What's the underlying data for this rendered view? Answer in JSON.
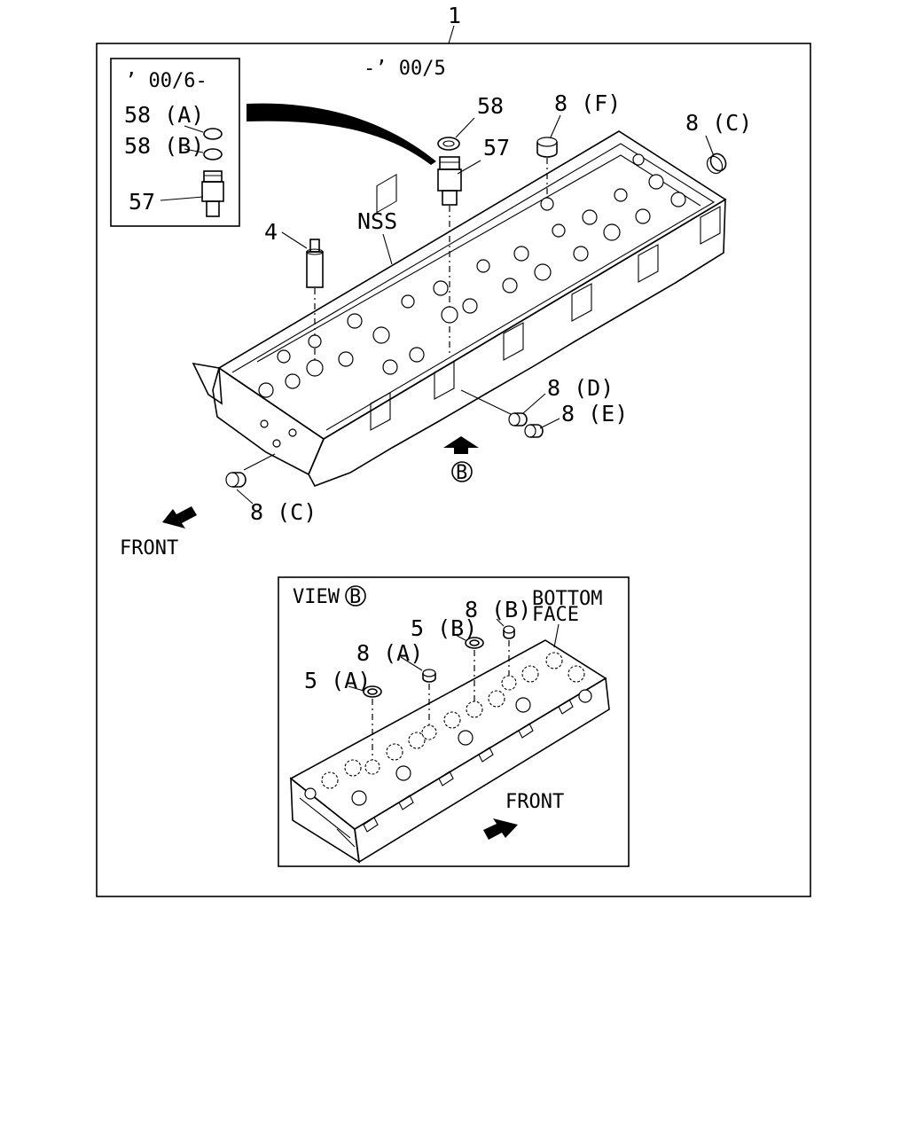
{
  "labels": {
    "assembly": "1",
    "version_new": "’ 00/6-",
    "version_old": "-’ 00/5",
    "seal_58": "58",
    "seal_58a": "58 (A)",
    "seal_58b": "58 (B)",
    "inset_57": "57",
    "part_57": "57",
    "plug_8f": "8 (F)",
    "plug_8c_top": "8 (C)",
    "part_4": "4",
    "nss": "NSS",
    "plug_8d": "8 (D)",
    "plug_8e": "8 (E)",
    "view_b_marker": "B",
    "plug_8c_bottom": "8 (C)",
    "front_main": "FRONT"
  },
  "view_b": {
    "title": "VIEW",
    "title_marker": "B",
    "bottom_face_line1": "BOTTOM",
    "bottom_face_line2": "FACE",
    "part_8b": "8 (B)",
    "part_5b": "5 (B)",
    "part_8a": "8 (A)",
    "part_5a": "5 (A)",
    "front": "FRONT"
  }
}
